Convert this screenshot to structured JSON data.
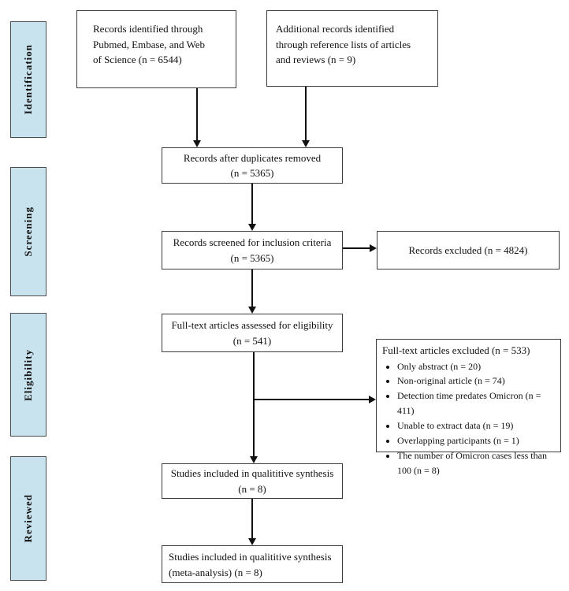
{
  "sidebar": {
    "fill_color": "#c9e3ee",
    "border_color": "#4d4d4d",
    "labels": [
      {
        "label": "Identification"
      },
      {
        "label": "Screening"
      },
      {
        "label": "Eligibility"
      },
      {
        "label": "Reviewed"
      }
    ]
  },
  "boxes": {
    "records_identified": {
      "lines": [
        "Records identified through",
        "Pubmed, Embase, and Web",
        "of Science (n = 6544)"
      ]
    },
    "additional_records": {
      "lines": [
        "Additional records identified",
        "through reference lists of articles",
        "and reviews (n = 9)"
      ]
    },
    "duplicates_removed": {
      "lines": [
        "Records after duplicates removed",
        "(n = 5365)"
      ]
    },
    "records_screened": {
      "lines": [
        "Records screened for inclusion criteria",
        "(n = 5365)"
      ]
    },
    "records_excluded": {
      "lines": [
        "Records excluded (n = 4824)"
      ]
    },
    "fulltext_assessed": {
      "lines": [
        "Full-text articles assessed for eligibility",
        "(n = 541)"
      ]
    },
    "fulltext_excluded": {
      "title": "Full-text articles excluded (n = 533)",
      "items": [
        "Only abstract (n = 20)",
        "Non-original article (n = 74)",
        "Detection time predates Omicron (n = 411)",
        "Unable to extract data (n = 19)",
        "Overlapping  participants (n = 1)",
        "The number of Omicron cases less than 100  (n = 8)"
      ]
    },
    "qualitative_synthesis": {
      "lines": [
        "Studies included in qualititive synthesis",
        "(n = 8)"
      ]
    },
    "meta_analysis": {
      "lines": [
        "Studies included in qualititive synthesis",
        "(meta-analysis) (n = 8)"
      ]
    }
  }
}
